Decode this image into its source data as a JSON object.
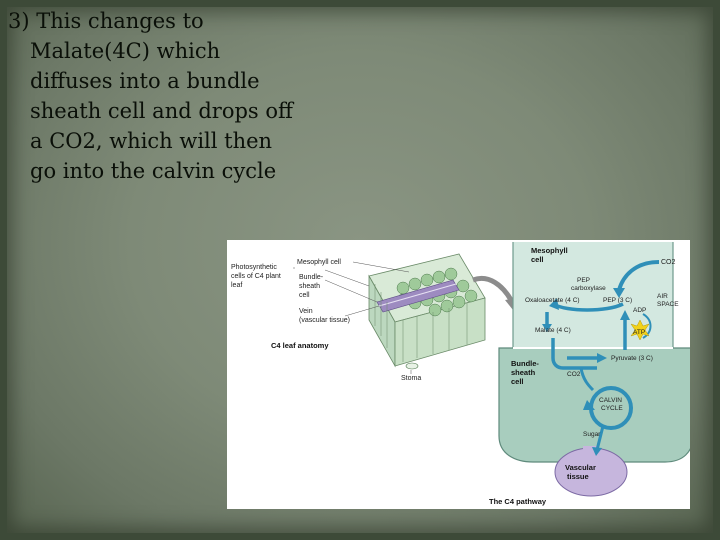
{
  "slide": {
    "text_lines": [
      "3) This changes to",
      "Malate(4C) which",
      "diffuses into a bundle",
      "sheath cell and drops off",
      "a CO2, which will then",
      "go into the calvin cycle"
    ]
  },
  "figure": {
    "anatomy": {
      "photosynthetic_cells": [
        "Photosynthetic",
        "cells of C4 plant",
        "leaf"
      ],
      "mesophyll_cell": "Mesophyll cell",
      "bundle_sheath": [
        "Bundle-",
        "sheath",
        "cell"
      ],
      "vein": [
        "Vein",
        "(vascular tissue)"
      ],
      "caption": "C4 leaf anatomy",
      "stoma": "Stoma"
    },
    "pathway": {
      "mesophyll_cell": [
        "Mesophyll",
        "cell"
      ],
      "co2_top": "CO2",
      "pep_carboxylase": [
        "PEP",
        "carboxylase"
      ],
      "oxaloacetate": "Oxaloacetate (4 C)",
      "pep": "PEP (3 C)",
      "air_space": [
        "AIR",
        "SPACE"
      ],
      "adp": "ADP",
      "atp": "ATP",
      "malate": "Malate (4 C)",
      "bundle_sheath_cell": [
        "Bundle-",
        "sheath",
        "cell"
      ],
      "pyruvate": "Pyruvate (3 C)",
      "co2_bottom": "CO2",
      "calvin_cycle": [
        "CALVIN",
        "CYCLE"
      ],
      "sugar": "Sugar",
      "vascular_tissue": [
        "Vascular",
        "tissue"
      ],
      "caption": "The C4 pathway"
    }
  },
  "colors": {
    "slide_bg": "#7e8a77",
    "border": "#3d4a38",
    "mesophyll_fill": "#cfe3dc",
    "bundle_fill": "#a9cdbf",
    "arrow_blue": "#2f8fb8",
    "vascular_fill": "#c7b6dc",
    "atp_yellow": "#f2d21a"
  }
}
